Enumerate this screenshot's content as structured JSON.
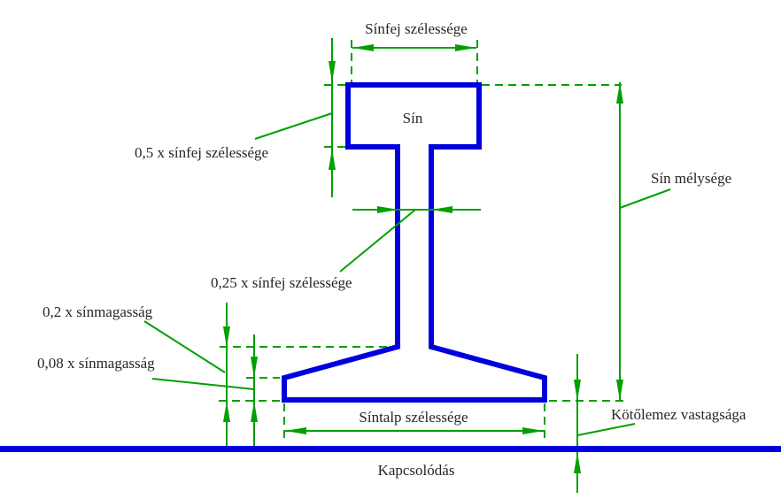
{
  "diagram": {
    "labels": {
      "railhead_width": "Sínfej szélessége",
      "rail": "Sín",
      "half_railhead_width": "0,5 x sínfej szélessége",
      "rail_depth": "Sín mélysége",
      "quarter_railhead_width": "0,25 x sínfej szélessége",
      "foot_height": "0,2 x sínmagasság",
      "foot_edge_height": "0,08 x sínmagasság",
      "rail_base_width": "Síntalp szélessége",
      "fishplate_thickness": "Kötőlemez vastagsága",
      "connection": "Kapcsolódás"
    },
    "colors": {
      "shape": "#0000dd",
      "dimension": "#00a000",
      "text": "#262626",
      "background": "#ffffff"
    }
  }
}
